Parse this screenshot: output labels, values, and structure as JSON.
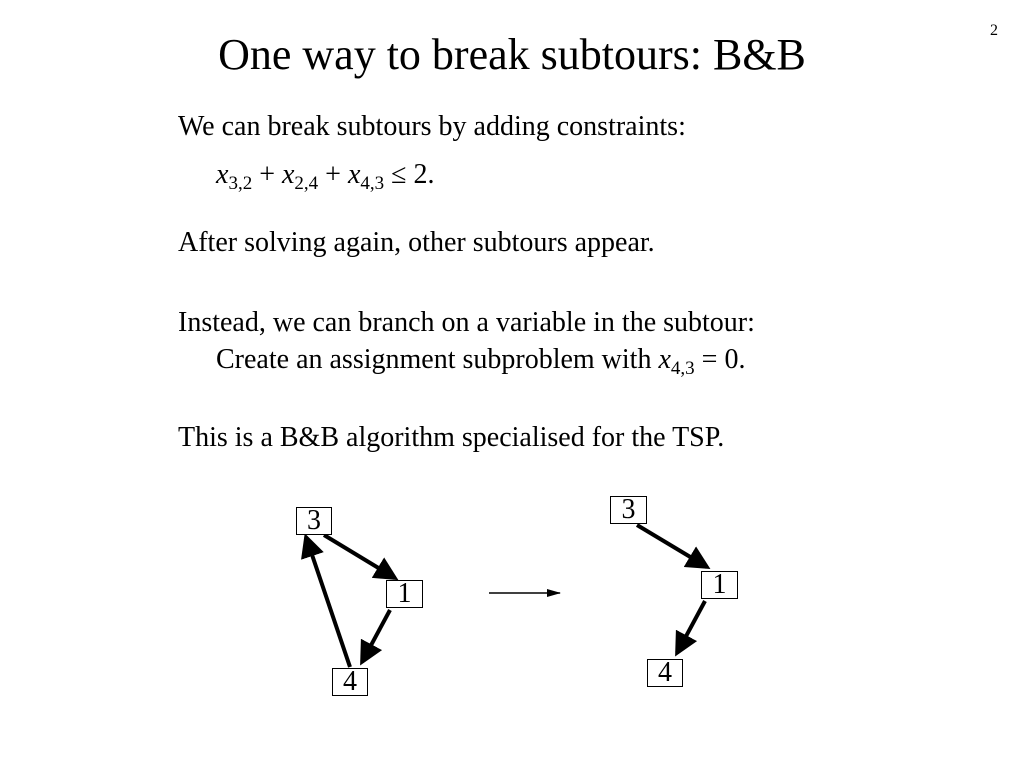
{
  "slide": {
    "number": "2",
    "title": "One way to break subtours: B&B"
  },
  "body": {
    "line1": "We can break subtours by adding constraints:",
    "constraint": {
      "var": "x",
      "term1_sub": "3,2",
      "plus1": " + ",
      "term2_sub": "2,4",
      "plus2": " + ",
      "term3_sub": "4,3",
      "rhs": " ≤ 2."
    },
    "line3": "After solving again, other subtours appear.",
    "line4": "Instead, we can branch on a variable in the subtour:",
    "line5": {
      "prefix": "Create an assignment subproblem with ",
      "var": "x",
      "sub": "4,3",
      "suffix": " = 0."
    },
    "line6": "This is a B&B algorithm specialised for the TSP."
  },
  "diagram": {
    "before": {
      "node_top": "3",
      "node_right": "1",
      "node_bottom": "4"
    },
    "after": {
      "node_top": "3",
      "node_right": "1",
      "node_bottom": "4"
    }
  }
}
